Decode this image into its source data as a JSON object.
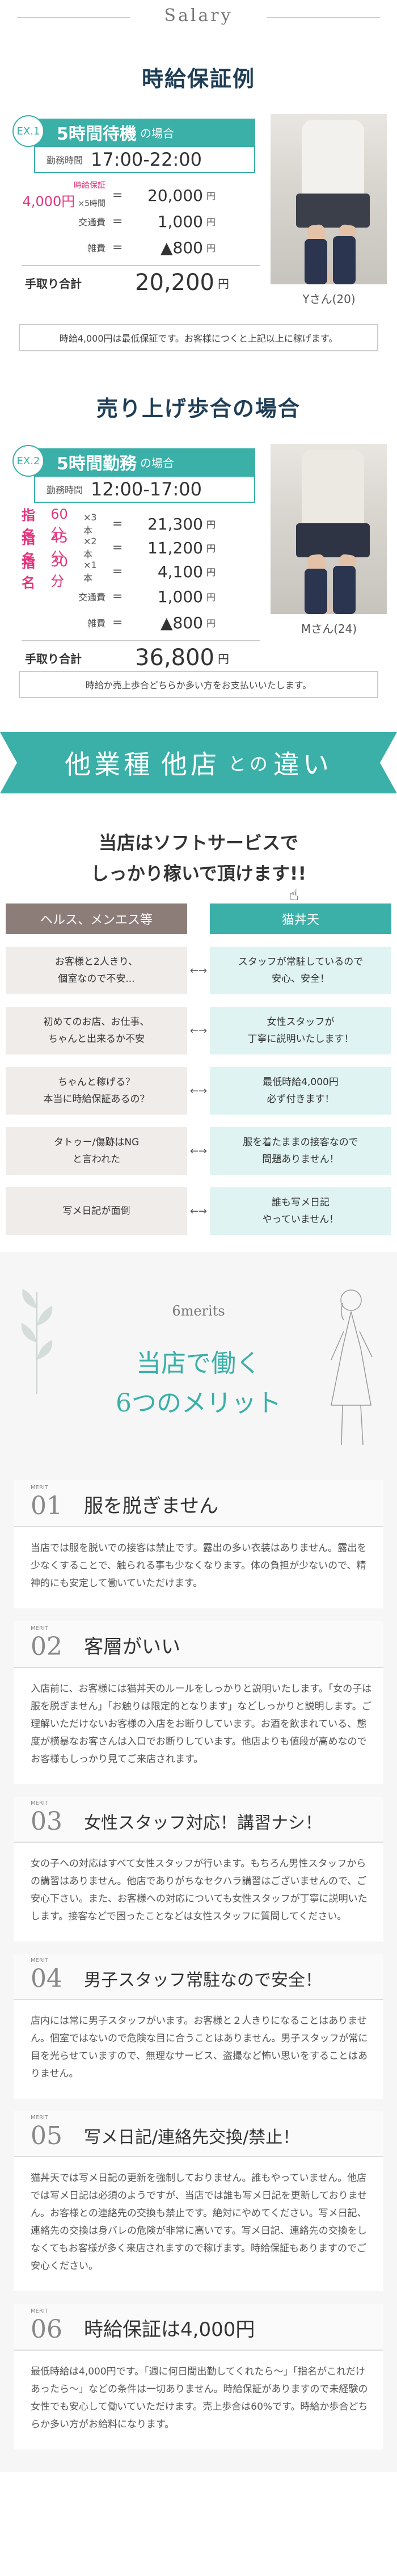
{
  "salary": {
    "heading": "Salary"
  },
  "ex1": {
    "section_title": "時給保証例",
    "badge": "EX.1",
    "bar_main": "5時間待機",
    "bar_suffix": "の場合",
    "time_label": "勤務時間",
    "time_value": "17:00-22:00",
    "guarantee_small": "時給保証",
    "guarantee_value": "4,000円",
    "mult": "×5時間",
    "line1_val": "20,000",
    "line2_label": "交通費",
    "line2_val": "1,000",
    "line3_label": "雑費",
    "line3_val": "▲800",
    "unit": "円",
    "total_label": "手取り合計",
    "total_val": "20,200",
    "caption": "Yさん(20)",
    "note": "時給4,000円は最低保証です。お客様につくと上記以上に稼げます。"
  },
  "ex2": {
    "section_title": "売り上げ歩合の場合",
    "badge": "EX.2",
    "bar_main": "5時間勤務",
    "bar_suffix": "の場合",
    "time_label": "勤務時間",
    "time_value": "12:00-17:00",
    "rows": [
      {
        "name": "指名",
        "min": "60分",
        "cnt": "×3本",
        "val": "21,300"
      },
      {
        "name": "指名",
        "min": "45分",
        "cnt": "×2本",
        "val": "11,200"
      },
      {
        "name": "指名",
        "min": "30分",
        "cnt": "×1本",
        "val": "4,100"
      }
    ],
    "line2_label": "交通費",
    "line2_val": "1,000",
    "line3_label": "雑費",
    "line3_val": "▲800",
    "unit": "円",
    "total_label": "手取り合計",
    "total_val": "36,800",
    "caption": "Mさん(24)",
    "note": "時給か売上歩合どちらか多い方をお支払いいたします。"
  },
  "banner": {
    "part1": "他業種",
    "part2": "他店",
    "part3": "との",
    "part4": "違い"
  },
  "compare": {
    "heading_line1": "当店はソフトサービスで",
    "heading_line2": "しっかり稼いで頂けます!!",
    "left_header": "ヘルス、メンエス等",
    "right_header": "猫丼天",
    "rows": [
      {
        "left": "お客様と2人きり、\n個室なので不安...",
        "right": "スタッフが常駐しているので\n安心、安全！"
      },
      {
        "left": "初めてのお店、お仕事、\nちゃんと出来るか不安",
        "right": "女性スタッフが\n丁寧に説明いたします！"
      },
      {
        "left": "ちゃんと稼げる？\n本当に時給保証あるの？",
        "right": "最低時給4,000円\n必ず付きます！"
      },
      {
        "left": "タトゥー/傷跡はNG\nと言われた",
        "right": "服を着たままの接客なので\n問題ありません！"
      },
      {
        "left": "写メ日記が面倒",
        "right": "誰も写メ日記\nやっていません！"
      }
    ],
    "arrow": "←→"
  },
  "merits": {
    "sub": "6merits",
    "title1": "当店で働く",
    "title2": "6つのメリット",
    "label": "MERIT",
    "items": [
      {
        "num": "01",
        "title": "服を脱ぎません",
        "body": "当店では服を脱いでの接客は禁止です。露出の多い衣装はありません。露出を少なくすることで、触られる事も少なくなります。体の負担が少ないので、精神的にも安定して働いていただけます。"
      },
      {
        "num": "02",
        "title": "客層がいい",
        "body": "入店前に、お客様には猫丼天のルールをしっかりと説明いたします。「女の子は服を脱ぎません」「お触りは限定的となります」などしっかりと説明します。ご理解いただけないお客様の入店をお断りしています。お酒を飲まれている、態度が横暴なお客さんは入口でお断りしています。他店よりも値段が高めなのでお客様もしっかり見てご来店されます。"
      },
      {
        "num": "03",
        "title": "女性スタッフ対応！講習ナシ！",
        "body": "女の子への対応はすべて女性スタッフが行います。もちろん男性スタッフからの講習はありません。他店でありがちなセクハラ講習はございませんので、ご安心下さい。また、お客様への対応についても女性スタッフが丁寧に説明いたします。接客などで困ったことなどは女性スタッフに質問してください。"
      },
      {
        "num": "04",
        "title": "男子スタッフ常駐なので安全！",
        "body": "店内には常に男子スタッフがいます。お客様と２人きりになることはありません。個室ではないので危険な目に合うことはありません。男子スタッフが常に目を光らせていますので、無理なサービス、盗撮など怖い思いをすることはありません。"
      },
      {
        "num": "05",
        "title": "写メ日記/連絡先交換/禁止！",
        "body": "猫丼天では写メ日記の更新を強制しておりません。誰もやっていません。他店では写メ日記は必須のようですが、当店では誰も写メ日記を更新しておりません。お客様との連絡先の交換も禁止です。絶対にやめてください。写メ日記、連絡先の交換は身バレの危険が非常に高いです。写メ日記、連絡先の交換をしなくてもお客様が多く来店されますので稼げます。時給保証もありますのでご安心ください。"
      },
      {
        "num": "06",
        "title": "時給保証は4,000円",
        "body": "最低時給は4,000円です。「週に何日間出勤してくれたら〜」「指名がこれだけあったら〜」などの条件は一切ありません。時給保証がありますので未経験の女性でも安心して働いていただけます。売上歩合は60%です。時給か歩合どちらか多い方がお給料になります。"
      }
    ]
  }
}
